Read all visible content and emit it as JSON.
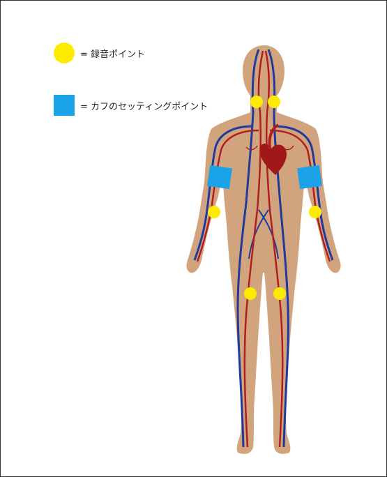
{
  "colors": {
    "recording_point": "#ffeb00",
    "cuff_point": "#1aa3e6",
    "skin": "#d2a47e",
    "artery": "#b01e1e",
    "vein": "#1e3a9e",
    "heart": "#a01818",
    "frame": "#333333"
  },
  "legend": {
    "recording": {
      "icon": "yellow-circle",
      "label": "= 録音ポイント"
    },
    "cuff": {
      "icon": "blue-square",
      "label": "= カフのセッティングポイント"
    }
  }
}
